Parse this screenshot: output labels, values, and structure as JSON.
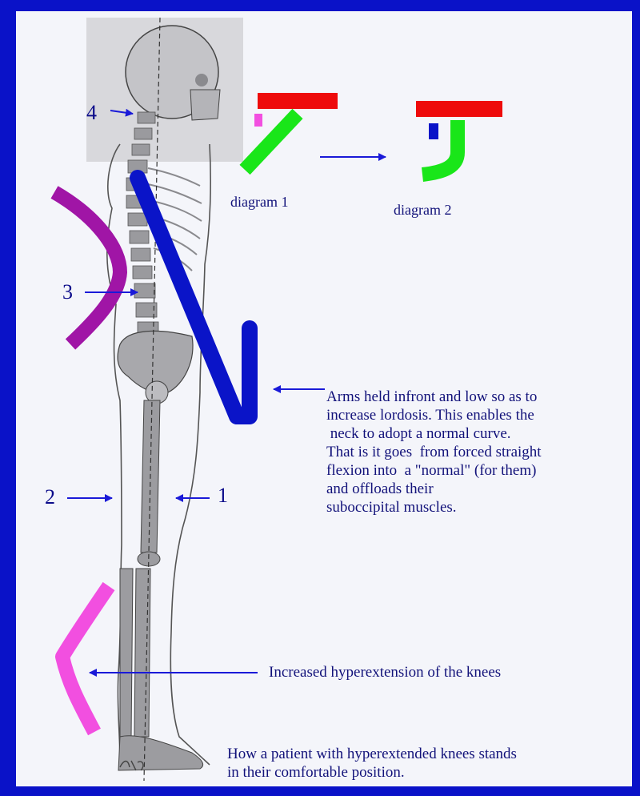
{
  "markers": {
    "m1": "1",
    "m2": "2",
    "m3": "3",
    "m4": "4"
  },
  "captions": {
    "diagram1": "diagram 1",
    "diagram2": "diagram 2"
  },
  "annotations": {
    "arms_lines": [
      "Arms held infront and low so as to",
      "increase lordosis. This enables the",
      " neck to adopt a normal curve.",
      "That is it goes  from forced straight",
      "flexion into  a \"normal\" (for them)",
      "and offloads their",
      "suboccipital muscles."
    ],
    "knees": "Increased hyperextension of the knees",
    "patient_lines": [
      "How a patient with hyperextended knees stands",
      "in their comfortable position."
    ]
  },
  "colors": {
    "frame": "#0a12c8",
    "arrow": "#1a1ad8",
    "red_bar": "#ee0b0b",
    "green_bar": "#19e619",
    "magenta": "#f24fe0",
    "purple": "#a015a6",
    "blue_arm": "#0a14c8"
  }
}
